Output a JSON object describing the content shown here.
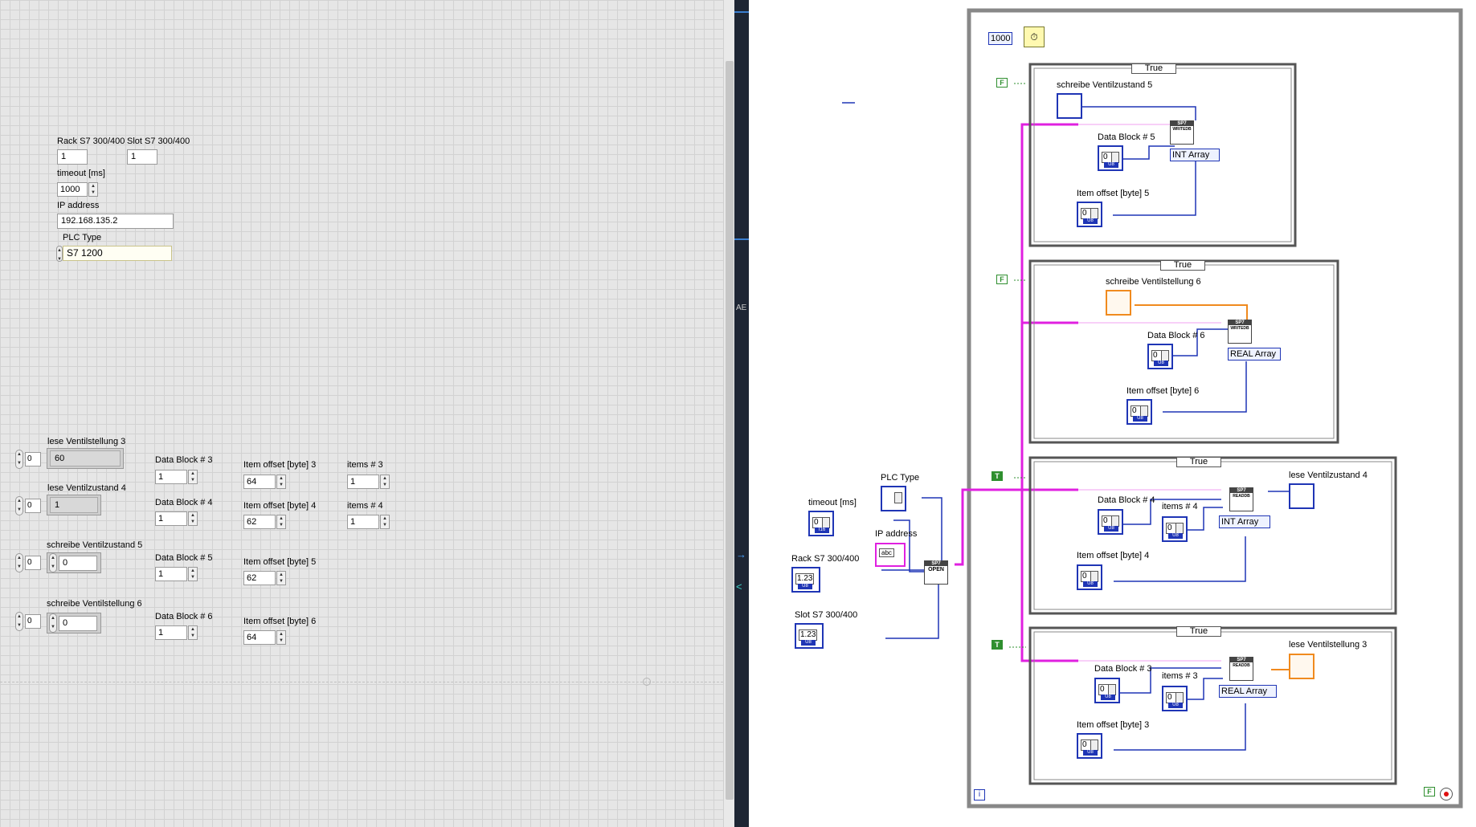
{
  "front_panel": {
    "rack_label": "Rack S7 300/400",
    "rack_value": "1",
    "slot_label": "Slot S7 300/400",
    "slot_value": "1",
    "timeout_label": "timeout [ms]",
    "timeout_value": "1000",
    "ip_label": "IP address",
    "ip_value": "192.168.135.2",
    "plc_label": "PLC Type",
    "plc_value": "S7 1200",
    "index_value": "0",
    "lese3_label": "lese Ventilstellung 3",
    "lese3_value": "60",
    "lese4_label": "lese Ventilzustand 4",
    "lese4_value": "1",
    "schreibe5_label": "schreibe Ventilzustand 5",
    "schreibe5_value": "0",
    "schreibe6_label": "schreibe Ventilstellung 6",
    "schreibe6_value": "0",
    "db3_label": "Data Block #  3",
    "db3_value": "1",
    "db4_label": "Data Block # 4",
    "db4_value": "1",
    "db5_label": "Data Block # 5",
    "db5_value": "1",
    "db6_label": "Data Block # 6",
    "db6_value": "1",
    "off3_label": "Item offset [byte] 3",
    "off3_value": "64",
    "off4_label": "Item offset [byte] 4",
    "off4_value": "62",
    "off5_label": "Item offset [byte] 5",
    "off5_value": "62",
    "off6_label": "Item offset [byte] 6",
    "off6_value": "64",
    "items3_label": "items # 3",
    "items3_value": "1",
    "items4_label": "items # 4",
    "items4_value": "1"
  },
  "splitter": {
    "partial_text": "AE"
  },
  "block_diagram": {
    "loop_wait_value": "1000",
    "plc_label": "PLC Type",
    "timeout_label": "timeout [ms]",
    "ip_label": "IP address",
    "rack_label": "Rack S7 300/400",
    "slot_label": "Slot S7 300/400",
    "open_node": "OPEN",
    "node_header": "SP7",
    "const_zero": "0",
    "dbl_value": "1.23",
    "abc_value": "abc",
    "u8": "U8",
    "i16": "I16",
    "case_selector": "True",
    "bool_false": "F",
    "bool_true": "T",
    "loop_index": "i",
    "case1": {
      "indicator_label": "schreibe Ventilzustand 5",
      "db_label": "Data Block # 5",
      "offset_label": "Item offset [byte] 5",
      "type": "INT Array",
      "node": "WRITEDB"
    },
    "case2": {
      "indicator_label": "schreibe Ventilstellung 6",
      "db_label": "Data Block # 6",
      "offset_label": "Item offset [byte] 6",
      "type": "REAL Array",
      "node": "WRITEDB"
    },
    "case3": {
      "indicator_label": "lese Ventilzustand 4",
      "db_label": "Data Block # 4",
      "items_label": "items # 4",
      "offset_label": "Item offset [byte] 4",
      "type": "INT Array",
      "node": "READDB"
    },
    "case4": {
      "indicator_label": "lese Ventilstellung 3",
      "db_label": "Data Block #  3",
      "items_label": "items # 3",
      "offset_label": "Item offset [byte] 3",
      "type": "REAL Array",
      "node": "READDB"
    },
    "colors": {
      "pink_wire": "#e020e0",
      "blue_wire": "#1f35b5",
      "orange_wire": "#f08a1e",
      "bool_green": "#2f8f2f"
    }
  }
}
